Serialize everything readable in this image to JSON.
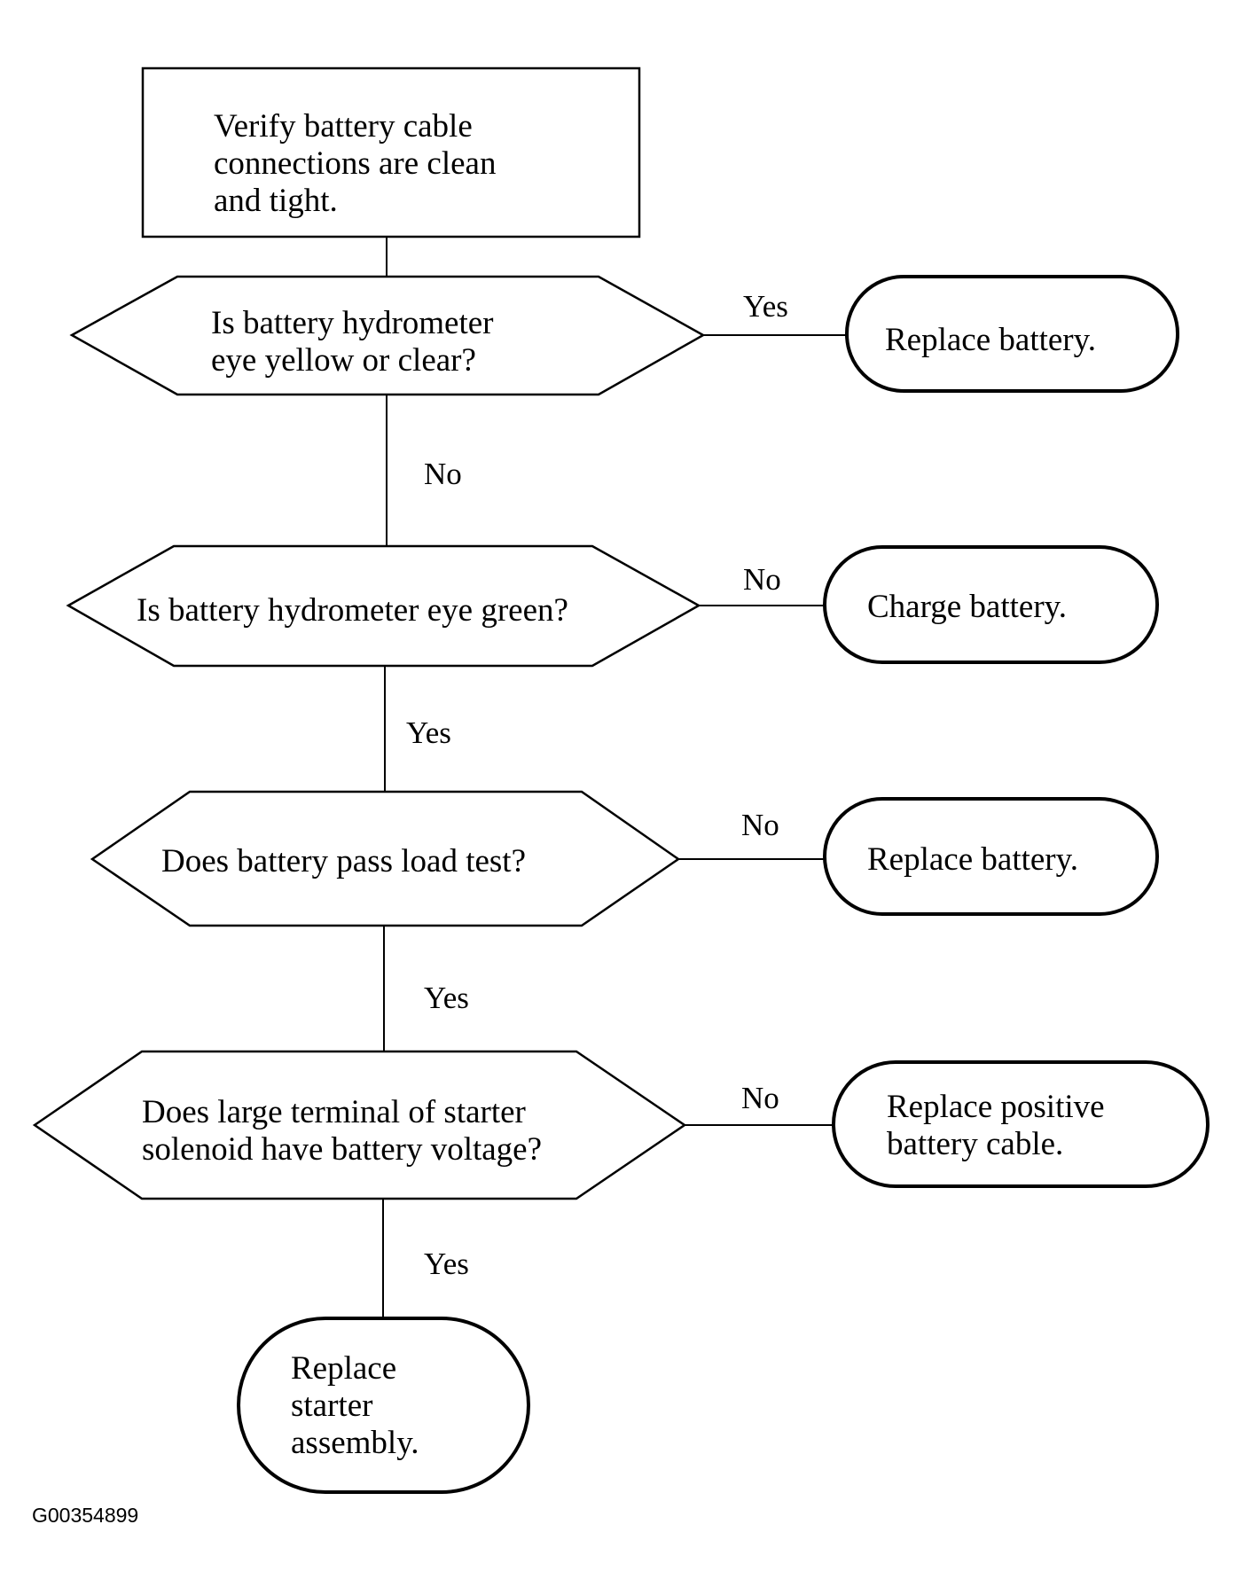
{
  "start": {
    "lines": [
      "Verify battery cable",
      "connections are clean",
      "and tight."
    ]
  },
  "decisions": [
    {
      "lines": [
        "Is battery hydrometer",
        "eye yellow or clear?"
      ],
      "side_label": "Yes",
      "down_label": "No"
    },
    {
      "lines": [
        "Is battery hydrometer eye green?"
      ],
      "side_label": "No",
      "down_label": "Yes"
    },
    {
      "lines": [
        "Does battery pass load test?"
      ],
      "side_label": "No",
      "down_label": "Yes"
    },
    {
      "lines": [
        "Does large terminal of starter",
        "solenoid have battery voltage?"
      ],
      "side_label": "No",
      "down_label": "Yes"
    }
  ],
  "outcomes": [
    {
      "lines": [
        "Replace battery."
      ]
    },
    {
      "lines": [
        "Charge battery."
      ]
    },
    {
      "lines": [
        "Replace battery."
      ]
    },
    {
      "lines": [
        "Replace positive",
        "battery cable."
      ]
    }
  ],
  "final": {
    "lines": [
      "Replace",
      "starter",
      "assembly."
    ]
  },
  "figure_code": "G00354899"
}
